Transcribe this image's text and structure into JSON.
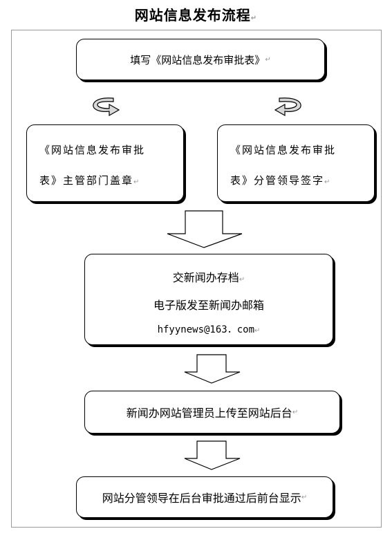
{
  "title": "网站信息发布流程",
  "para_mark": "↵",
  "steps": {
    "fill_form": "填写《网站信息发布审批表》",
    "dept_stamp_line1": "《网站信息发布审批",
    "dept_stamp_line2": "表》主管部门盖章",
    "leader_sign_line1": "《网站信息发布审批",
    "leader_sign_line2": "表》分管领导签字",
    "archive_line1": "交新闻办存档",
    "archive_line2": "电子版发至新闻办邮箱",
    "archive_email": "hfyynews@163．com",
    "upload": "新闻办网站管理员上传至网站后台",
    "approve_display": "网站分管领导在后台审批通过后前台显示"
  },
  "colors": {
    "stroke": "#000000",
    "frame": "#9a9a9a",
    "curved_arrow_fill": "#d9d9d9"
  },
  "icons": [
    "curved-arrow-left-icon",
    "curved-arrow-right-icon",
    "down-arrow-icon"
  ]
}
